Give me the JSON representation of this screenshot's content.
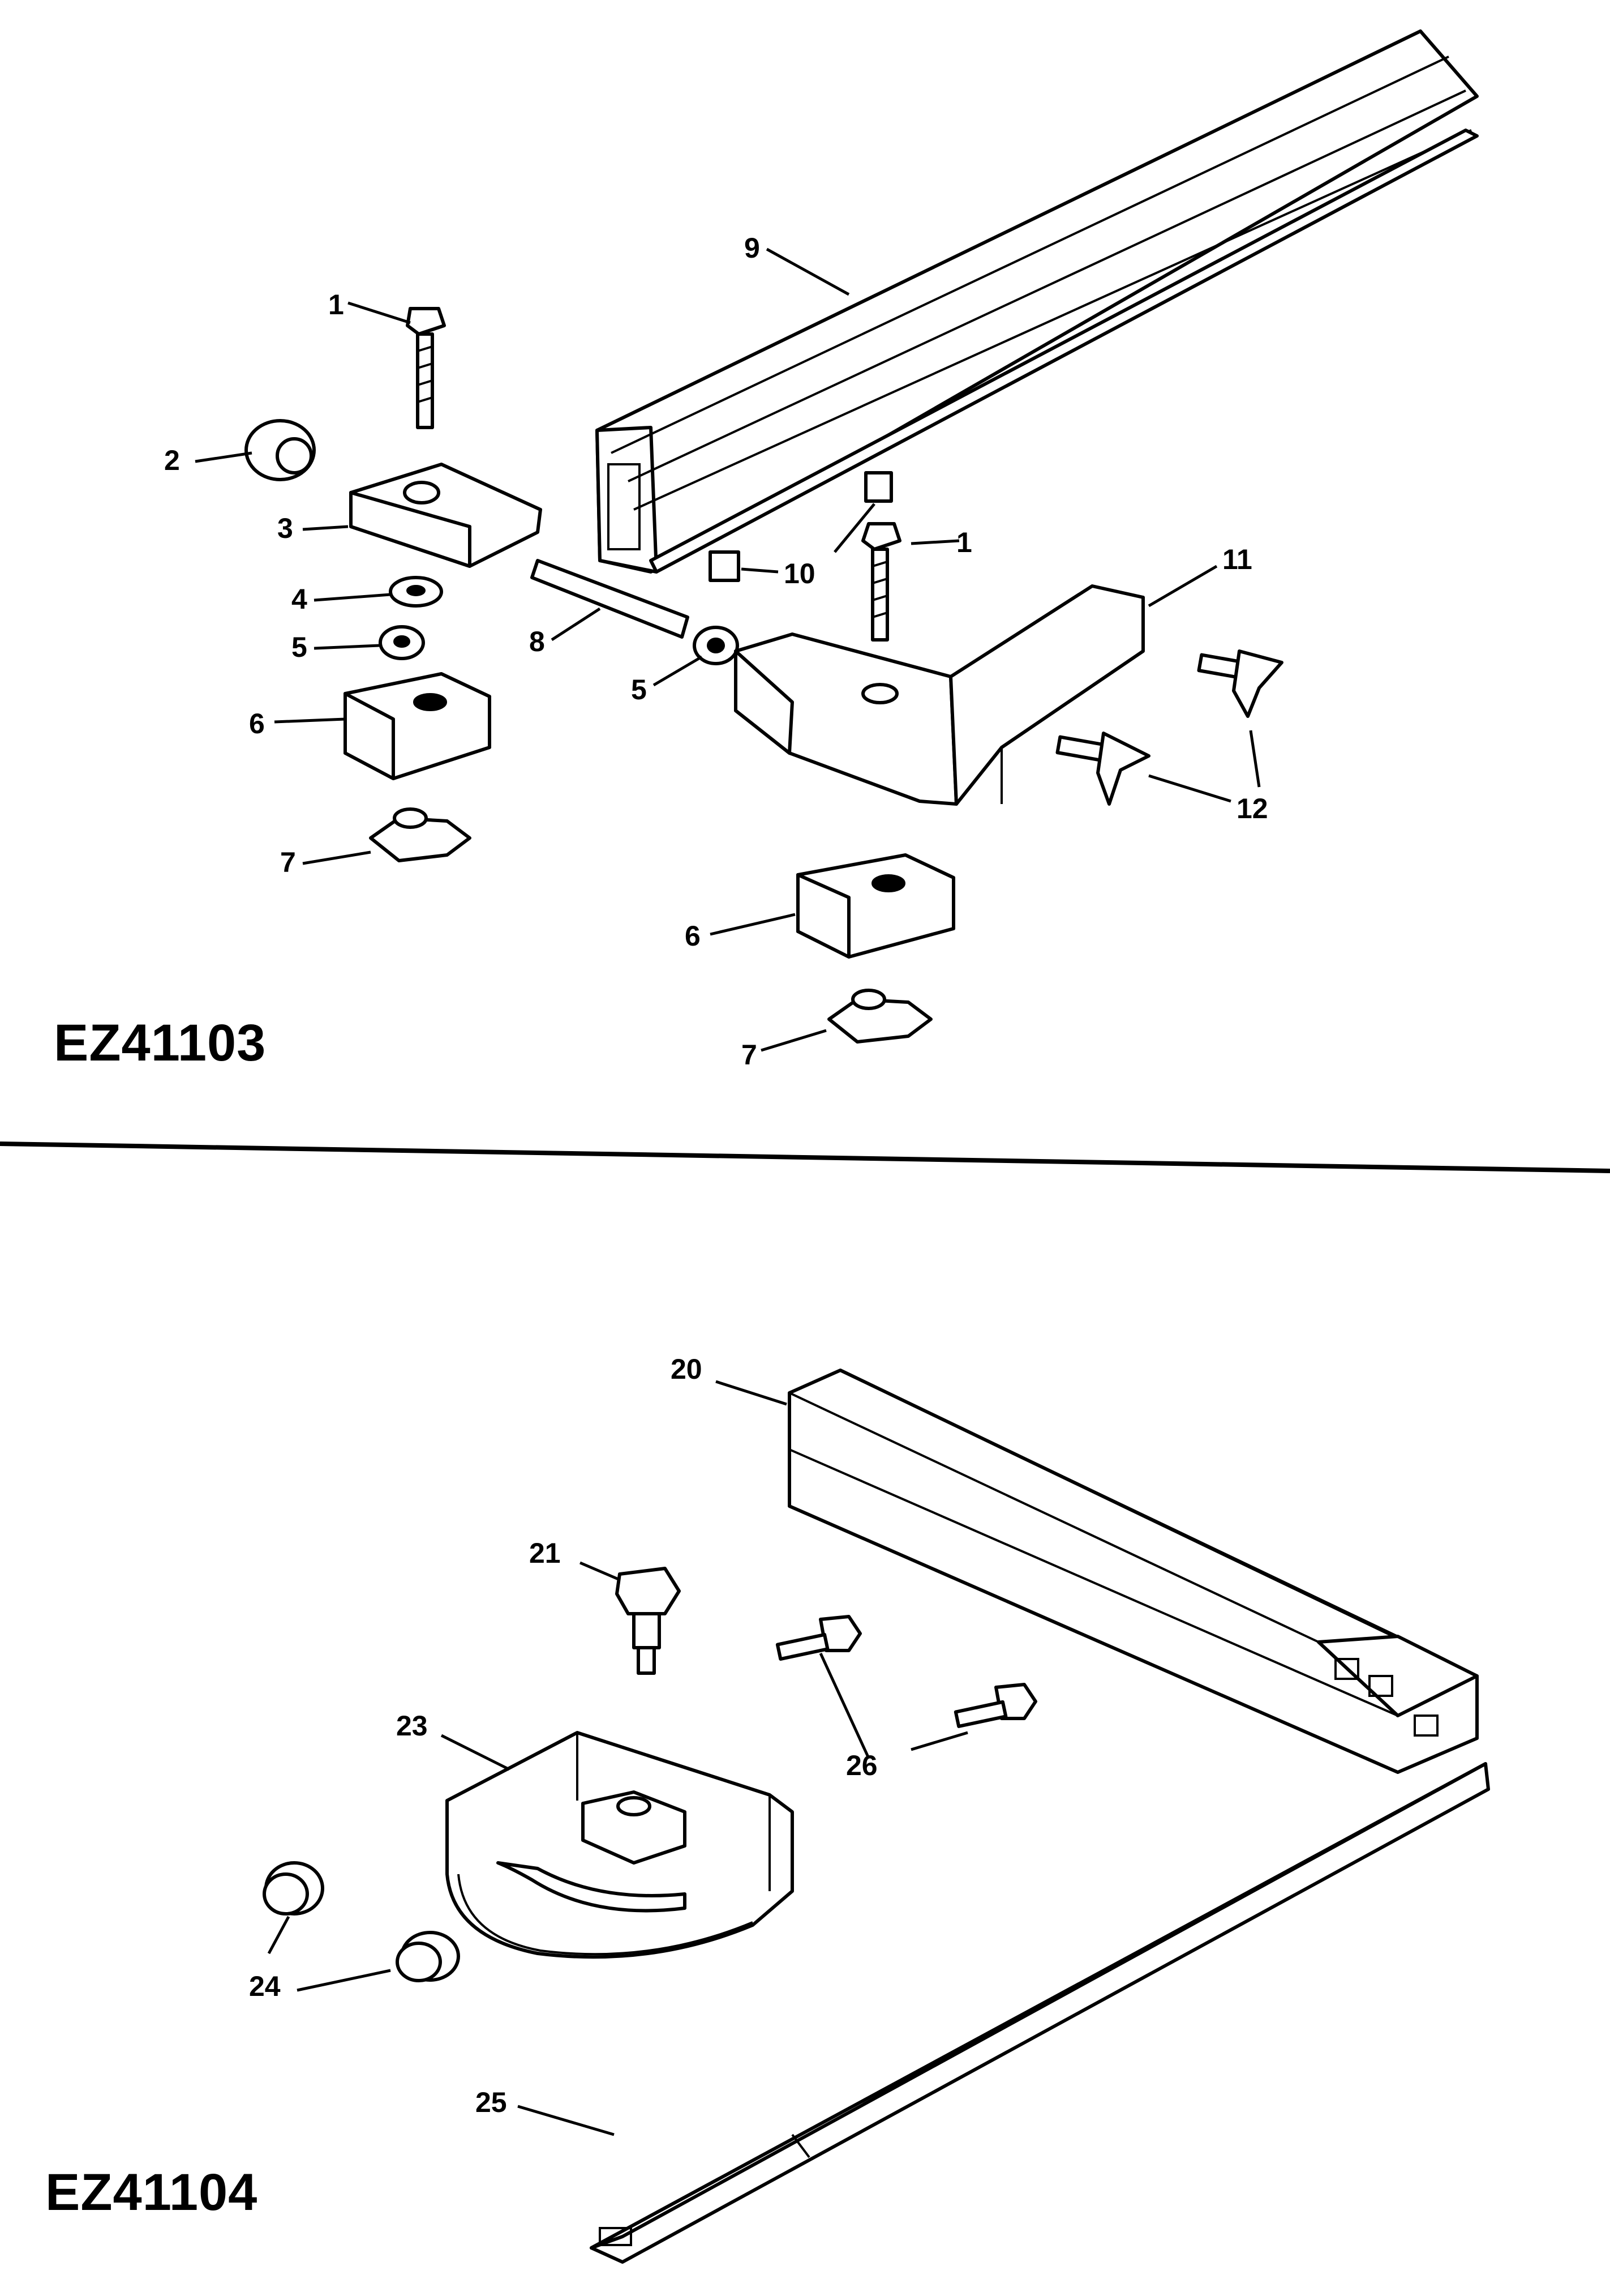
{
  "assemblies": [
    {
      "code": "EZ41103",
      "callouts": [
        "1",
        "2",
        "3",
        "4",
        "5",
        "6",
        "7",
        "8",
        "5",
        "10",
        "1",
        "9",
        "11",
        "12",
        "6",
        "7"
      ]
    },
    {
      "code": "EZ41104",
      "callouts": [
        "20",
        "21",
        "26",
        "23",
        "24",
        "25"
      ]
    }
  ]
}
